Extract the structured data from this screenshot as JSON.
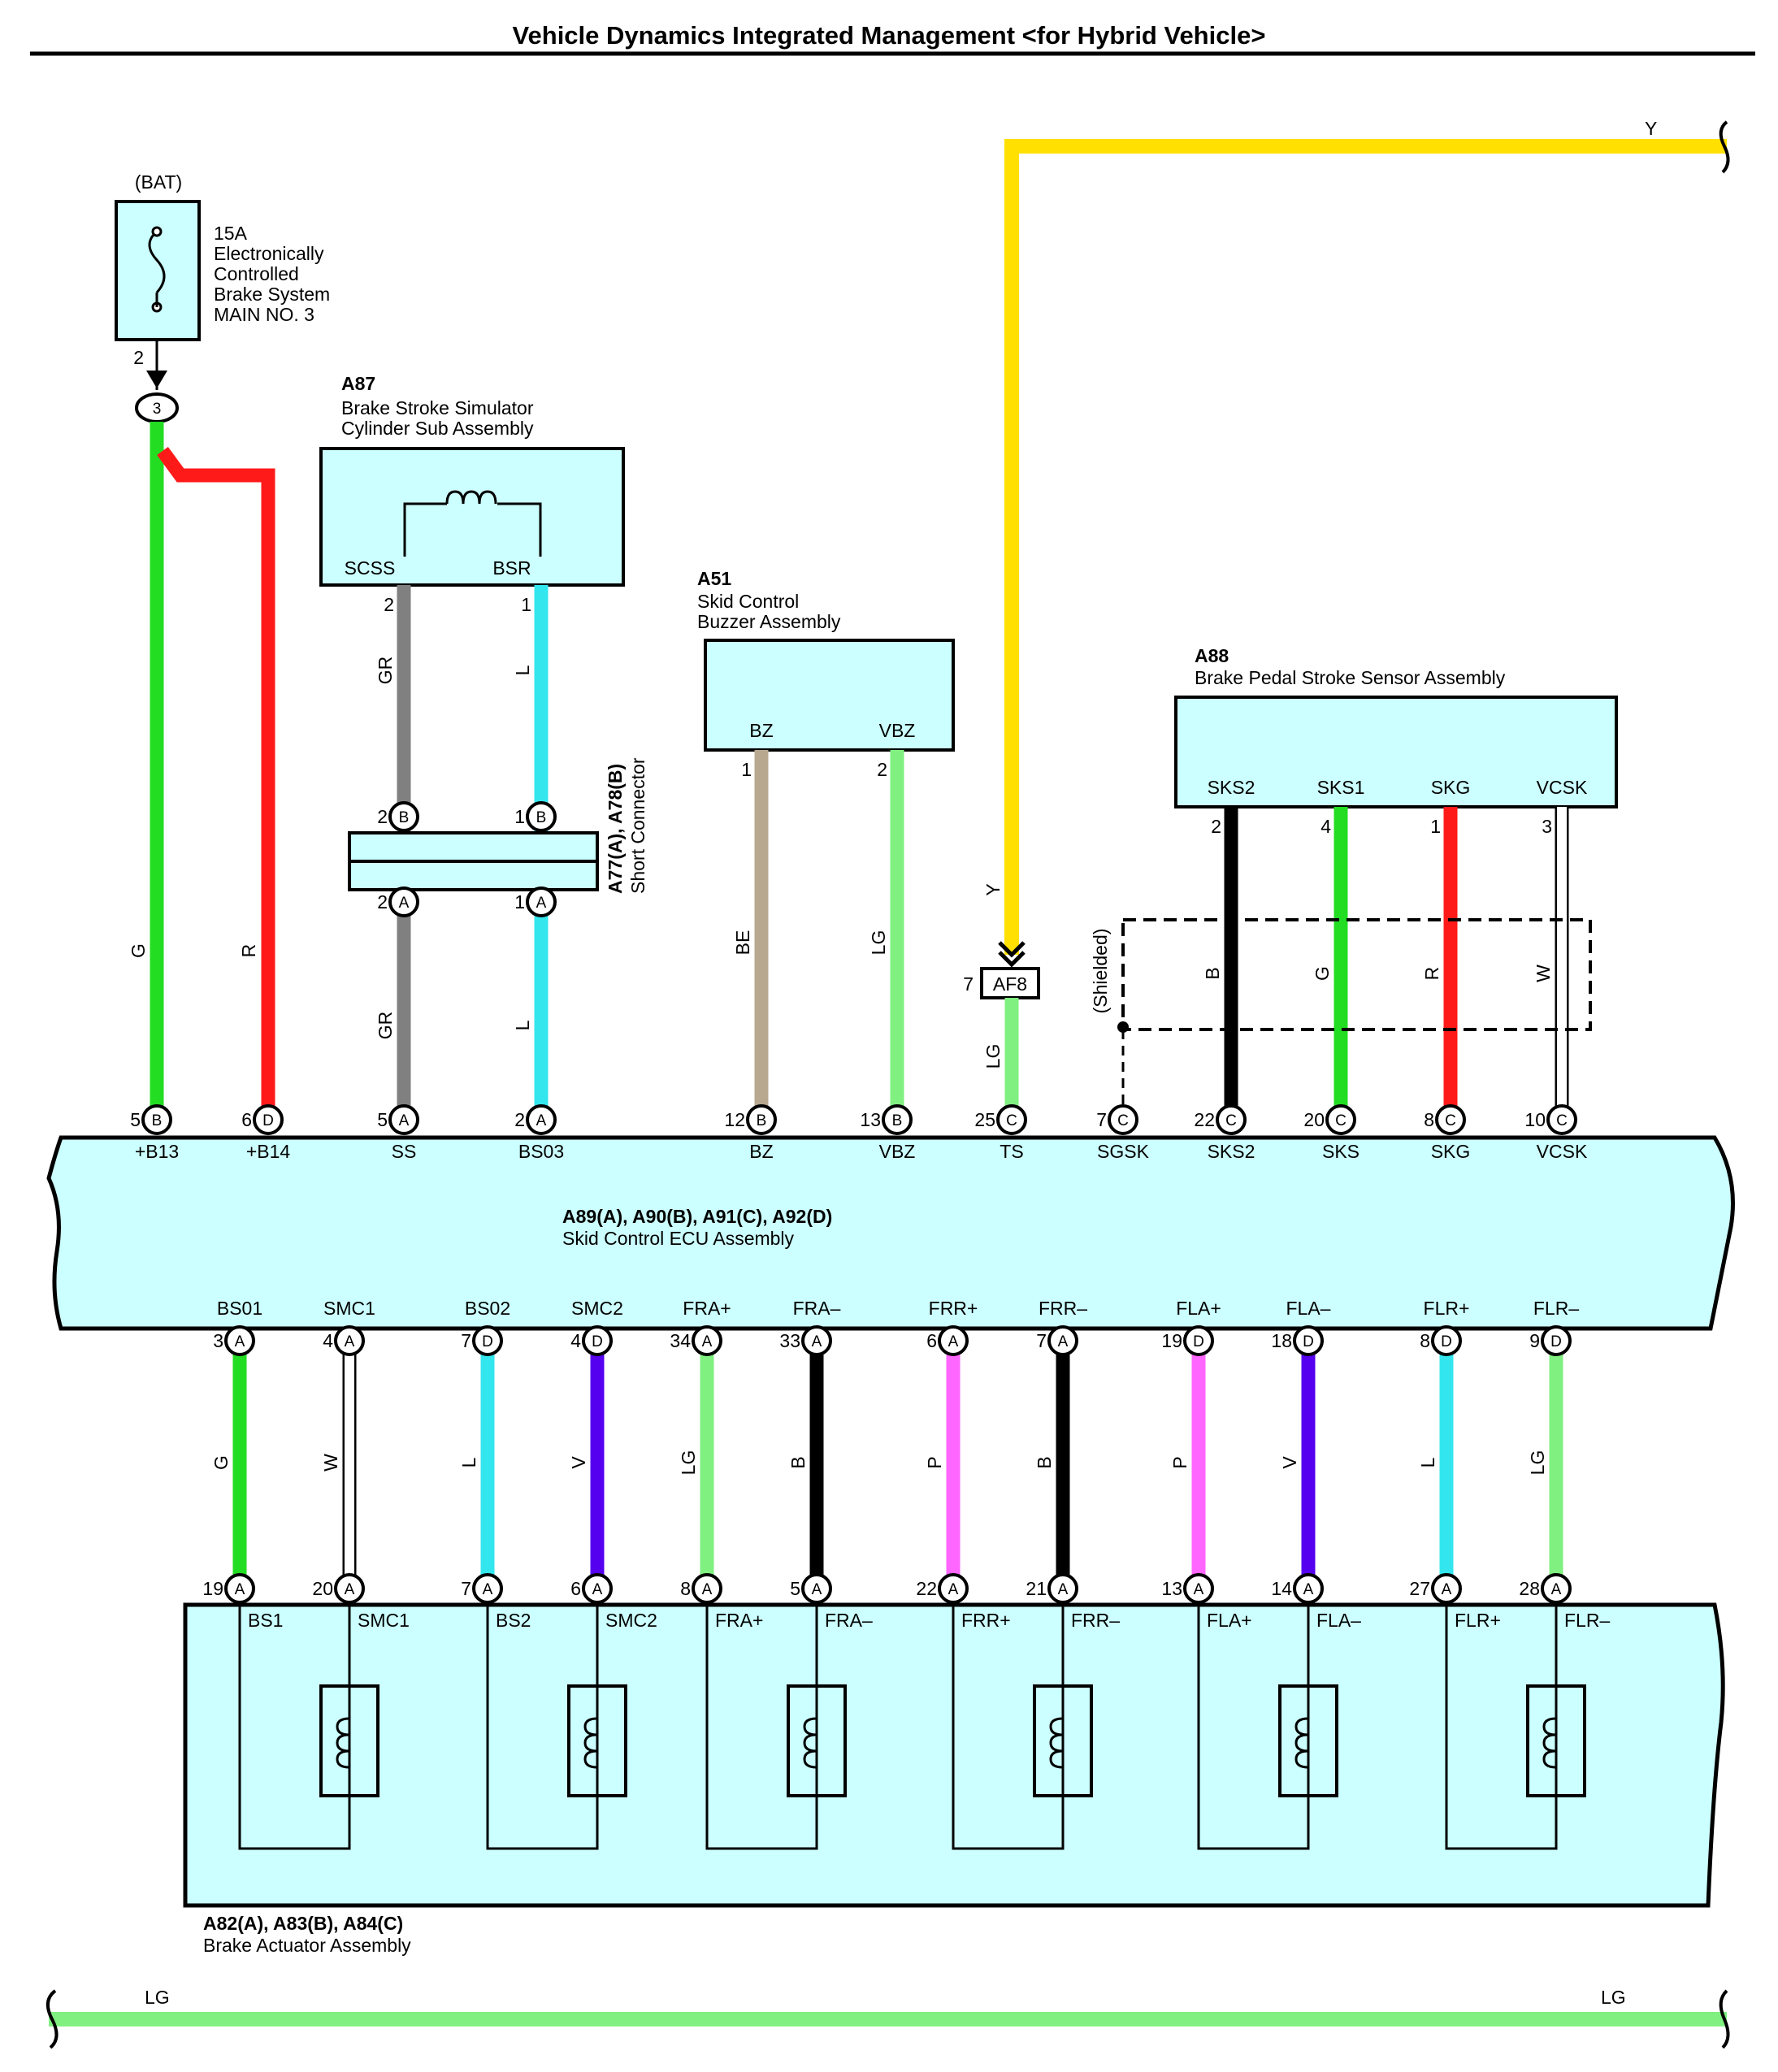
{
  "title": "Vehicle Dynamics Integrated Management <for Hybrid Vehicle>",
  "colors": {
    "G": "#22dd22",
    "R": "#ff1a1a",
    "GR": "#808080",
    "L": "#33e6ee",
    "BE": "#b8a890",
    "LG": "#80f080",
    "Y": "#ffe000",
    "B": "#000000",
    "W": "#ffffff",
    "V": "#5500ee",
    "P": "#ff66ff",
    "box": "#ccffff"
  },
  "fuse": {
    "source": "(BAT)",
    "label_lines": [
      "15A",
      "Electronically",
      "Controlled",
      "Brake System",
      "MAIN NO. 3"
    ],
    "pin": "2",
    "junction": "3"
  },
  "a87": {
    "code": "A87",
    "name_lines": [
      "Brake Stroke Simulator",
      "Cylinder Sub Assembly"
    ],
    "terminals": [
      "SCSS",
      "BSR"
    ],
    "pins": [
      "2",
      "1"
    ]
  },
  "short_connector": {
    "code": "A77(A), A78(B)",
    "name": "Short Connector",
    "pins_top": [
      {
        "num": "2",
        "conn": "B"
      },
      {
        "num": "1",
        "conn": "B"
      }
    ],
    "pins_bottom": [
      {
        "num": "2",
        "conn": "A"
      },
      {
        "num": "1",
        "conn": "A"
      }
    ]
  },
  "a51": {
    "code": "A51",
    "name_lines": [
      "Skid Control",
      "Buzzer Assembly"
    ],
    "terminals": [
      "BZ",
      "VBZ"
    ],
    "pins": [
      "1",
      "2"
    ]
  },
  "a88": {
    "code": "A88",
    "name": "Brake Pedal Stroke Sensor Assembly",
    "terminals": [
      "SKS2",
      "SKS1",
      "SKG",
      "VCSK"
    ],
    "pins": [
      "2",
      "4",
      "1",
      "3"
    ]
  },
  "shielded_label": "(Shielded)",
  "af8": {
    "code": "AF8",
    "pin": "7"
  },
  "top_wire_label": "Y",
  "ecu": {
    "codes": "A89(A), A90(B), A91(C), A92(D)",
    "name": "Skid Control ECU Assembly",
    "top_pins": [
      {
        "num": "5",
        "conn": "B",
        "term": "+B13",
        "wire": "G"
      },
      {
        "num": "6",
        "conn": "D",
        "term": "+B14",
        "wire": "R"
      },
      {
        "num": "5",
        "conn": "A",
        "term": "SS",
        "wire": "GR"
      },
      {
        "num": "2",
        "conn": "A",
        "term": "BS03",
        "wire": "L"
      },
      {
        "num": "12",
        "conn": "B",
        "term": "BZ",
        "wire": "BE"
      },
      {
        "num": "13",
        "conn": "B",
        "term": "VBZ",
        "wire": "LG"
      },
      {
        "num": "25",
        "conn": "C",
        "term": "TS",
        "wire": "LG"
      },
      {
        "num": "7",
        "conn": "C",
        "term": "SGSK",
        "wire": ""
      },
      {
        "num": "22",
        "conn": "C",
        "term": "SKS2",
        "wire": "B"
      },
      {
        "num": "20",
        "conn": "C",
        "term": "SKS",
        "wire": "G"
      },
      {
        "num": "8",
        "conn": "C",
        "term": "SKG",
        "wire": "R"
      },
      {
        "num": "10",
        "conn": "C",
        "term": "VCSK",
        "wire": "W"
      }
    ],
    "bottom_pins": [
      {
        "num": "3",
        "conn": "A",
        "term": "BS01",
        "wire": "G"
      },
      {
        "num": "4",
        "conn": "A",
        "term": "SMC1",
        "wire": "W"
      },
      {
        "num": "7",
        "conn": "D",
        "term": "BS02",
        "wire": "L"
      },
      {
        "num": "4",
        "conn": "D",
        "term": "SMC2",
        "wire": "V"
      },
      {
        "num": "34",
        "conn": "A",
        "term": "FRA+",
        "wire": "LG"
      },
      {
        "num": "33",
        "conn": "A",
        "term": "FRA–",
        "wire": "B"
      },
      {
        "num": "6",
        "conn": "A",
        "term": "FRR+",
        "wire": "P"
      },
      {
        "num": "7",
        "conn": "A",
        "term": "FRR–",
        "wire": "B"
      },
      {
        "num": "19",
        "conn": "D",
        "term": "FLA+",
        "wire": "P"
      },
      {
        "num": "18",
        "conn": "D",
        "term": "FLA–",
        "wire": "V"
      },
      {
        "num": "8",
        "conn": "D",
        "term": "FLR+",
        "wire": "L"
      },
      {
        "num": "9",
        "conn": "D",
        "term": "FLR–",
        "wire": "LG"
      }
    ]
  },
  "actuator": {
    "codes": "A82(A), A83(B), A84(C)",
    "name": "Brake Actuator Assembly",
    "pins": [
      {
        "num": "19",
        "conn": "A",
        "term": "BS1"
      },
      {
        "num": "20",
        "conn": "A",
        "term": "SMC1"
      },
      {
        "num": "7",
        "conn": "A",
        "term": "BS2"
      },
      {
        "num": "6",
        "conn": "A",
        "term": "SMC2"
      },
      {
        "num": "8",
        "conn": "A",
        "term": "FRA+"
      },
      {
        "num": "5",
        "conn": "A",
        "term": "FRA–"
      },
      {
        "num": "22",
        "conn": "A",
        "term": "FRR+"
      },
      {
        "num": "21",
        "conn": "A",
        "term": "FRR–"
      },
      {
        "num": "13",
        "conn": "A",
        "term": "FLA+"
      },
      {
        "num": "14",
        "conn": "A",
        "term": "FLA–"
      },
      {
        "num": "27",
        "conn": "A",
        "term": "FLR+"
      },
      {
        "num": "28",
        "conn": "A",
        "term": "FLR–"
      }
    ]
  },
  "bottom_wire": {
    "left_label": "LG",
    "right_label": "LG"
  }
}
